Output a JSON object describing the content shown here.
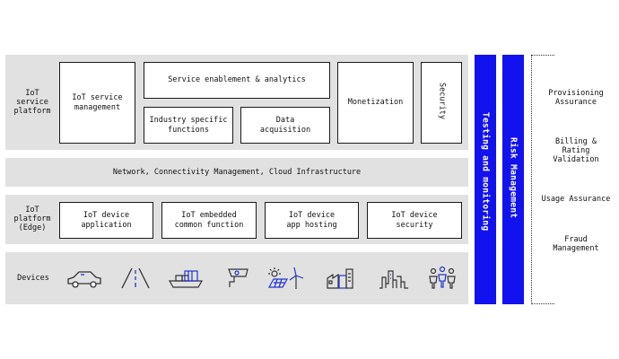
{
  "rows": {
    "service_platform_label": "IoT\nservice\nplatform",
    "network_label": "Network, Connectivity Management, Cloud Infrastructure",
    "edge_label": "IoT\nplatform\n(Edge)",
    "devices_label": "Devices"
  },
  "service_platform": {
    "service_management": "IoT service\nmanagement",
    "enablement": "Service enablement & analytics",
    "industry_functions": "Industry specific\nfunctions",
    "data_acquisition": "Data\nacquisition",
    "monetization": "Monetization",
    "security": "Security"
  },
  "edge": {
    "device_application": "IoT device\napplication",
    "embedded_common": "IoT embedded\ncommon function",
    "app_hosting": "IoT device\napp hosting",
    "device_security": "IoT device\nsecurity"
  },
  "side_bars": {
    "testing": "Testing and monitoring",
    "risk": "Risk Management"
  },
  "risk_items": [
    "Provisioning\nAssurance",
    "Billing &\nRating\nValidation",
    "Usage Assurance",
    "Fraud\nManagement"
  ],
  "device_icons": [
    "car-icon",
    "road-icon",
    "ship-icon",
    "camera-icon",
    "energy-icon",
    "factory-icon",
    "city-icon",
    "people-icon"
  ],
  "colors": {
    "accent": "#1212ee",
    "band": "#e1e1e1",
    "device_icon_accent": "#2233cc"
  }
}
